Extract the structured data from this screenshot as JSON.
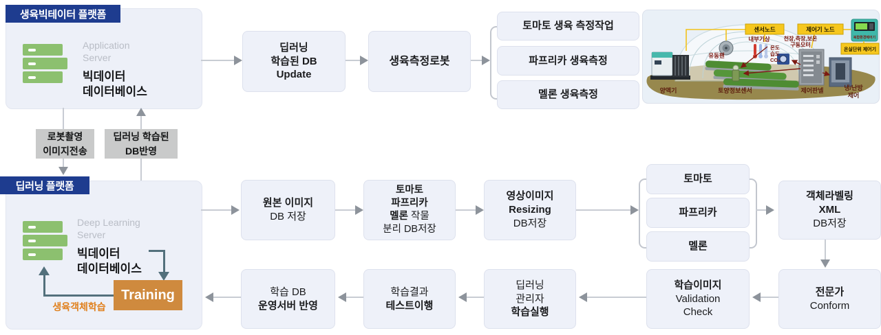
{
  "platform_top": {
    "badge": "생육빅테이터 플랫폼",
    "server_type_l1": "Application",
    "server_type_l2": "Server",
    "name_l1": "빅데이터",
    "name_l2": "데이터베이스"
  },
  "platform_bottom": {
    "badge": "딥러닝 플랫폼",
    "server_type_l1": "Deep Learning",
    "server_type_l2": "Server",
    "name_l1": "빅데이터",
    "name_l2": "데이터베이스",
    "training": "Training",
    "loop_label": "생육객체학습"
  },
  "transfer": {
    "robot_l1": "로봇촬영",
    "robot_l2": "이미지전송",
    "db_l1": "딥러닝 학습된",
    "db_l2": "DB반영"
  },
  "top_flow": {
    "update_l1": "딥러닝",
    "update_l2": "학습된 DB",
    "update_l3": "Update",
    "robot": "생육측정로봇",
    "task1": "토마토 생육 측정작업",
    "task2": "파프리카 생육측정",
    "task3": "멜론 생육측정"
  },
  "mid_flow": {
    "orig_l1": "원본 이미지",
    "orig_l2": "DB 저장",
    "sep_l1": "토마토",
    "sep_l2": "파프리카",
    "sep_l3b": "멜론",
    "sep_l3r": " 작물",
    "sep_l4": "분리 DB저장",
    "resize_l1": "영상이미지",
    "resize_l2": "Resizing",
    "resize_l3": "DB저장",
    "crop1": "토마토",
    "crop2": "파프리카",
    "crop3": "멜론",
    "label_l1": "객체라벨링",
    "label_l2": "XML",
    "label_l3": "DB저장"
  },
  "bottom_flow": {
    "expert_l1": "전문가",
    "expert_l2": "Conform",
    "valid_l1": "학습이미지",
    "valid_l2": "Validation",
    "valid_l3": "Check",
    "run_l1": "딥러닝",
    "run_l2": "관리자",
    "run_l3": "학습실행",
    "test_l1": "학습결과",
    "test_l2": "테스트이행",
    "deploy_l1": "학습 DB",
    "deploy_l2": "운영서버 반영"
  },
  "greenhouse": {
    "sensor_node": "센서노드",
    "controller_node": "제어기 노드",
    "unit_controller": "온실단위 제어기",
    "device": "복합환경제어기",
    "weather": "내부기상",
    "motor_l1": "천장,측장,보온",
    "motor_l2": "구동모터",
    "temp": "온도",
    "hum": "습도",
    "co2": "CO₂",
    "fan": "유동팬",
    "nutrient": "양액기",
    "soil": "토양정보센서",
    "panel": "제어판넬",
    "hvac_l1": "냉/난방",
    "hvac_l2": "제어"
  },
  "colors": {
    "badge_blue": "#1e3c8f",
    "box_fill": "#eef1f9",
    "gray_label": "#c9caca",
    "arrow_gray": "#8d939b",
    "dark_arrow": "#53707c",
    "training_orange": "#cf8a3e",
    "loop_orange": "#e0801d",
    "server_green": "#8cc06f",
    "label_yellow": "#f6c71e"
  }
}
